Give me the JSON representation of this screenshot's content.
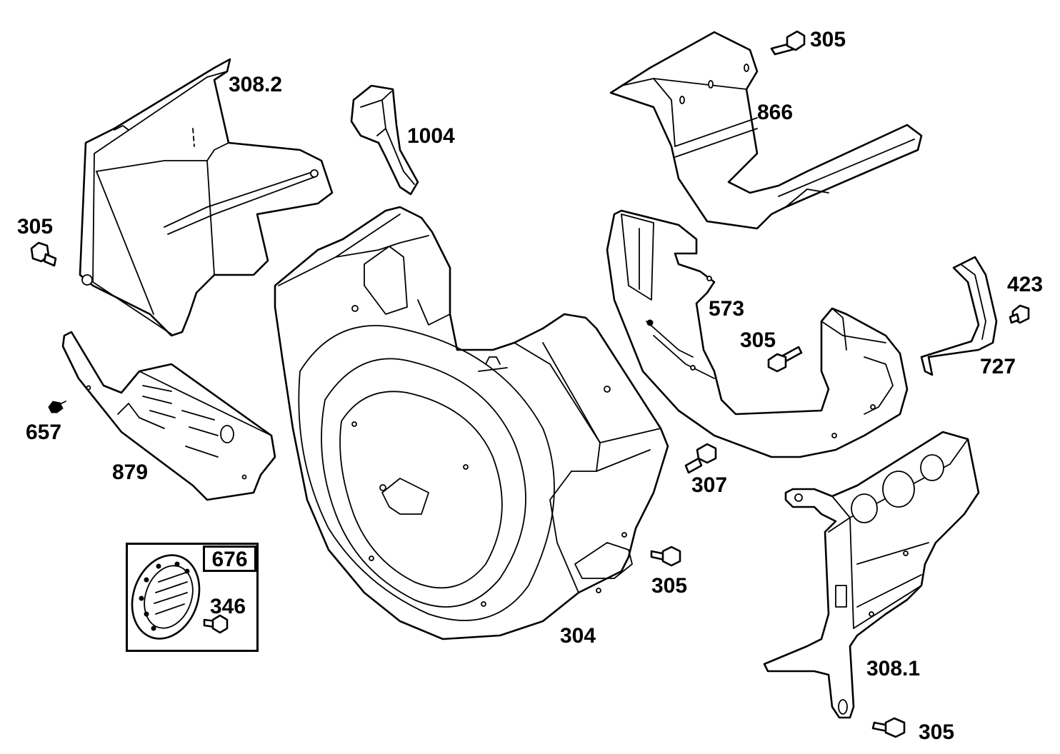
{
  "labels": {
    "p305_top": "305",
    "p308_2": "308.2",
    "p1004": "1004",
    "p866": "866",
    "p305_left": "305",
    "p573": "573",
    "p423": "423",
    "p305_mid": "305",
    "p727": "727",
    "p657": "657",
    "p879": "879",
    "p307": "307",
    "p305_lower": "305",
    "p676": "676",
    "p346": "346",
    "p304": "304",
    "p308_1": "308.1",
    "p305_bottom": "305"
  }
}
